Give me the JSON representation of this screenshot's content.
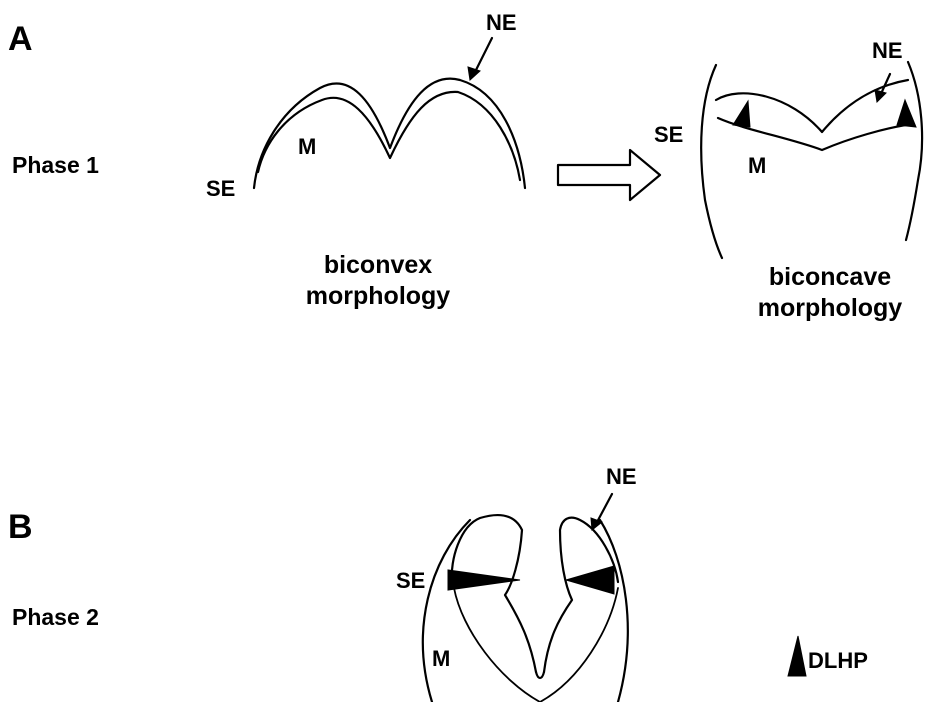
{
  "panel_a": {
    "letter": "A",
    "phase": "Phase 1",
    "left_diagram": {
      "ne": "NE",
      "m": "M",
      "se": "SE",
      "caption_line1": "biconvex",
      "caption_line2": "morphology"
    },
    "right_diagram": {
      "ne": "NE",
      "m": "M",
      "se": "SE",
      "caption_line1": "biconcave",
      "caption_line2": "morphology"
    }
  },
  "panel_b": {
    "letter": "B",
    "phase": "Phase 2",
    "diagram": {
      "ne": "NE",
      "m": "M",
      "se": "SE"
    }
  },
  "legend": {
    "label": "DLHP"
  }
}
